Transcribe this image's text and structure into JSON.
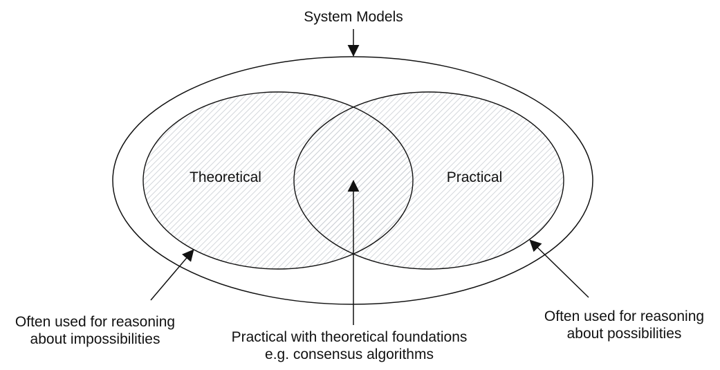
{
  "title": "System Models",
  "sets": {
    "theoretical": {
      "label": "Theoretical"
    },
    "practical": {
      "label": "Practical"
    }
  },
  "annotations": {
    "theoretical": {
      "lines": [
        "Often used for reasoning",
        "about impossibilities"
      ]
    },
    "intersection": {
      "lines": [
        "Practical with theoretical foundations",
        "e.g. consensus algorithms"
      ]
    },
    "practical": {
      "lines": [
        "Often used for reasoning",
        "about possibilities"
      ]
    }
  },
  "colors": {
    "stroke": "#111111",
    "hatch": "#c8ccd2",
    "background": "#ffffff"
  }
}
